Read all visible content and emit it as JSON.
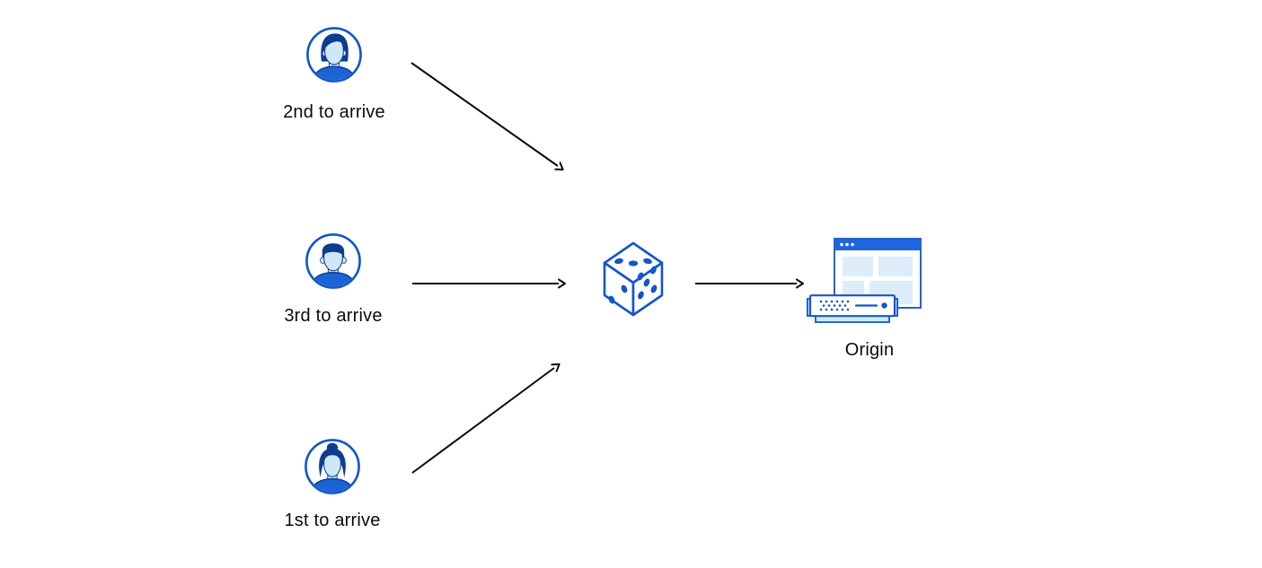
{
  "colors": {
    "background": "#ffffff",
    "icon_outline_blue": "#1355cb",
    "icon_dark_navy": "#0d3d8f",
    "icon_light_blue_fill": "#cfe7f7",
    "icon_mid_blue": "#1c63d6",
    "browser_titlebar_blue": "#1d66e0",
    "browser_content_blue": "#dcecf9",
    "arrow_color": "#0a0a0a",
    "label_text_color": "#0b0b0c"
  },
  "diagram": {
    "clients": [
      {
        "label": "2nd to arrive",
        "icon": "male-user-avatar-icon"
      },
      {
        "label": "3rd to arrive",
        "icon": "male-user-avatar-icon"
      },
      {
        "label": "1st to arrive",
        "icon": "female-user-avatar-icon"
      }
    ],
    "randomizer": {
      "icon": "dice-icon"
    },
    "origin": {
      "label": "Origin",
      "icons": [
        "browser-window-icon",
        "server-icon"
      ]
    },
    "arrows": [
      {
        "name": "arrow-2nd-client-to-dice"
      },
      {
        "name": "arrow-3rd-client-to-dice"
      },
      {
        "name": "arrow-1st-client-to-dice"
      },
      {
        "name": "arrow-dice-to-origin"
      }
    ]
  }
}
